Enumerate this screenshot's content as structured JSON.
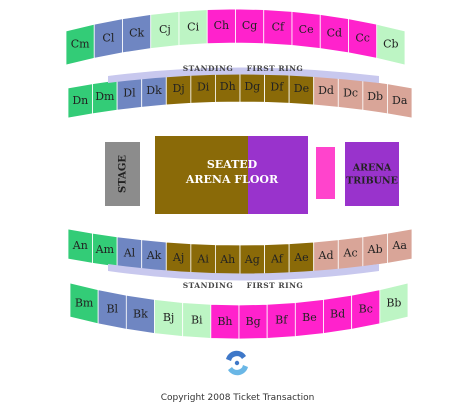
{
  "colors": {
    "green": "#33cc77",
    "blue": "#6f86c2",
    "light_green": "#bdf5c4",
    "magenta": "#ff22cc",
    "olive": "#8a6a08",
    "salmon": "#d9a598",
    "band": "#c8c8ee",
    "stage": "#8c8c8c",
    "arena_floor": "#8a6a08",
    "purple": "#9933cc",
    "pink": "#ff44cc"
  },
  "rows": {
    "top_outer": [
      "Cm",
      "Cl",
      "Ck",
      "Cj",
      "Ci",
      "Ch",
      "Cg",
      "Cf",
      "Ce",
      "Cd",
      "Cc",
      "Cb"
    ],
    "top_inner": [
      "Dn",
      "Dm",
      "Dl",
      "Dk",
      "Dj",
      "Di",
      "Dh",
      "Dg",
      "Df",
      "De",
      "Dd",
      "Dc",
      "Db",
      "Da"
    ],
    "bottom_inner": [
      "An",
      "Am",
      "Al",
      "Ak",
      "Aj",
      "Ai",
      "Ah",
      "Ag",
      "Af",
      "Ae",
      "Ad",
      "Ac",
      "Ab",
      "Aa"
    ],
    "bottom_outer": [
      "Bm",
      "Bl",
      "Bk",
      "Bj",
      "Bi",
      "Bh",
      "Bg",
      "Bf",
      "Be",
      "Bd",
      "Bc",
      "Bb"
    ]
  },
  "bands": {
    "top_left": "STANDING",
    "top_right": "FIRST RING",
    "bottom_left": "STANDING",
    "bottom_right": "FIRST RING"
  },
  "blocks": {
    "stage": "STAGE",
    "floor_line1": "SEATED",
    "floor_line2": "ARENA FLOOR",
    "tribune_line1": "ARENA",
    "tribune_line2": "TRIBUNE"
  },
  "logo_icon": "swirl-logo-icon",
  "copyright": "Copyright 2008 Ticket Transaction"
}
